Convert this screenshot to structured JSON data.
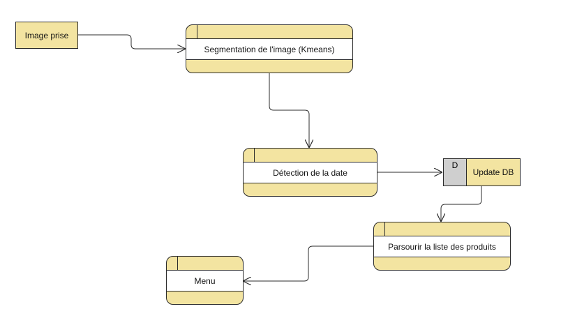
{
  "colors": {
    "fill": "#f3e4a1",
    "body_fill": "#ffffff",
    "store_id_fill": "#cfcfcf",
    "stroke": "#2b2b2b"
  },
  "external_entity": {
    "label": "Image prise"
  },
  "processes": {
    "segmentation": {
      "label": "Segmentation de l'image (Kmeans)"
    },
    "detection": {
      "label": "Détection de la date"
    },
    "parcours": {
      "label": "Parsourir la liste des produits"
    },
    "menu": {
      "label": "Menu"
    }
  },
  "data_store": {
    "id": "D",
    "label": "Update DB"
  },
  "flows": [
    {
      "from": "Image prise",
      "to": "Segmentation de l'image (Kmeans)"
    },
    {
      "from": "Segmentation de l'image (Kmeans)",
      "to": "Détection de la date"
    },
    {
      "from": "Détection de la date",
      "to": "Update DB"
    },
    {
      "from": "Update DB",
      "to": "Parsourir la liste des produits"
    },
    {
      "from": "Parsourir la liste des produits",
      "to": "Menu"
    }
  ]
}
